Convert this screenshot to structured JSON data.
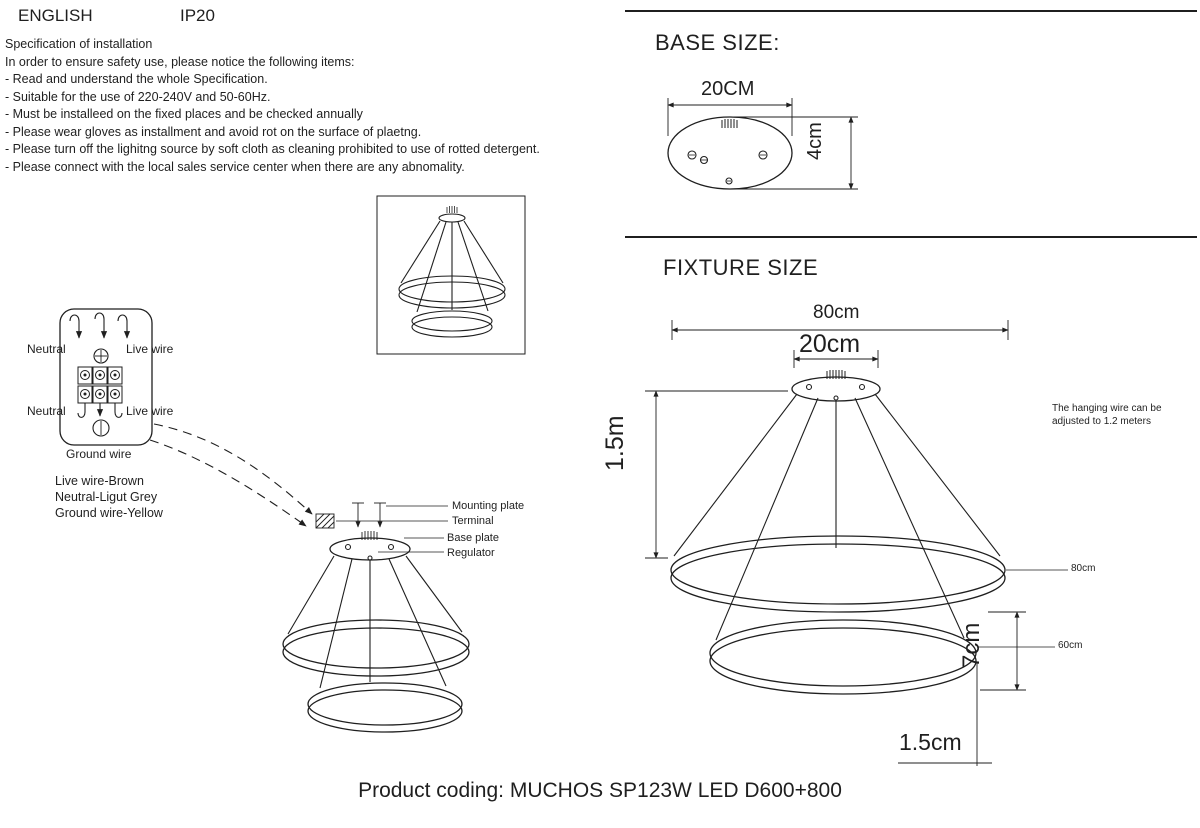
{
  "ink": "#1f1f1f",
  "header": {
    "language": "ENGLISH",
    "ip_rating": "IP20"
  },
  "spec": {
    "title": "Specification of installation",
    "intro": "In order to ensure safety use, please notice the following items:",
    "items": [
      "- Read and understand the whole Specification.",
      "- Suitable for the use of 220-240V and 50-60Hz.",
      "- Must be installeed on the fixed places and be checked annually",
      "- Please wear gloves as installment and avoid rot on the surface of plaetng.",
      "- Please turn off the lighitng source by soft cloth as cleaning prohibited to use of rotted detergent.",
      "- Please connect with the local sales service center when there are any abnomality."
    ]
  },
  "wiring": {
    "label_neutral_top": "Neutral",
    "label_live_top": "Live wire",
    "label_neutral_mid": "Neutral",
    "label_live_mid": "Live wire",
    "label_ground": "Ground wire",
    "legend": [
      "Live wire-Brown",
      "Neutral-Ligut Grey",
      "Ground wire-Yellow"
    ]
  },
  "parts": {
    "mounting_plate": "Mounting plate",
    "terminal": "Terminal",
    "base_plate": "Base plate",
    "regulator": "Regulator"
  },
  "base_size": {
    "title": "BASE SIZE:",
    "diameter": "20CM",
    "height": "4cm"
  },
  "fixture_size": {
    "title": "FIXTURE SIZE",
    "overall_width": "80cm",
    "canopy_width": "20cm",
    "drop_height": "1.5m",
    "ring_gap": "7cm",
    "tube_height": "1.5cm",
    "ring1_diameter": "80cm",
    "ring2_diameter": "60cm",
    "note": "The hanging wire can be adjusted to 1.2 meters"
  },
  "footer": {
    "product_coding": "Product coding: MUCHOS SP123W LED D600+800"
  }
}
